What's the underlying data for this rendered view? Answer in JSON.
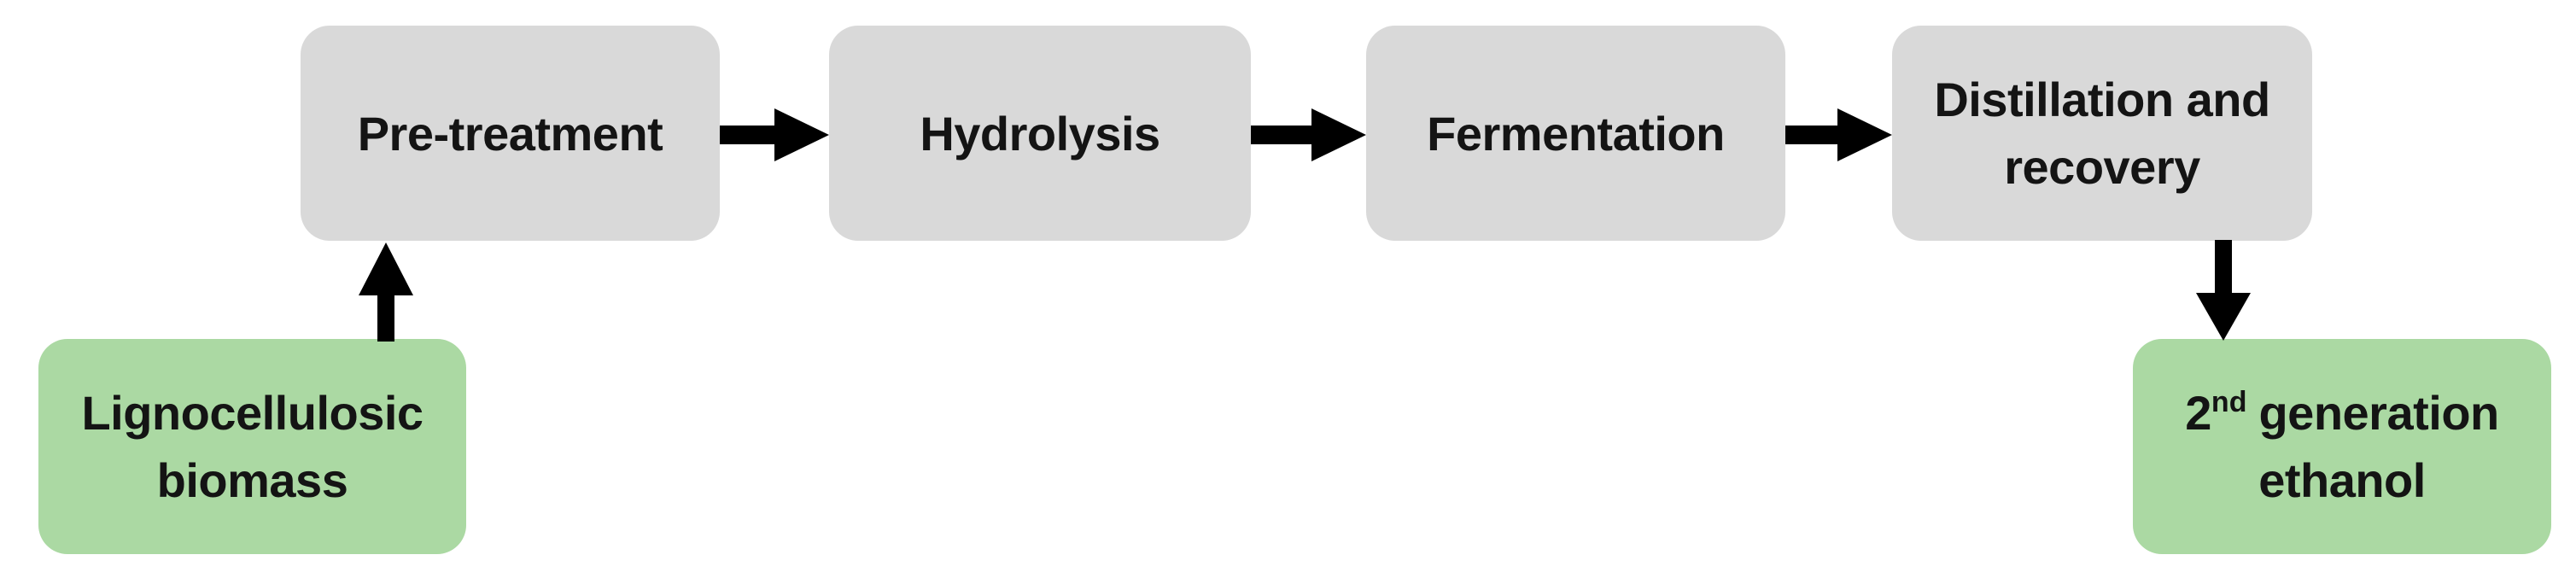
{
  "diagram": {
    "nodes": {
      "biomass": {
        "line1": "Lignocellulosic",
        "line2": "biomass",
        "kind": "terminal-input"
      },
      "pretreatment": {
        "label": "Pre-treatment",
        "kind": "process"
      },
      "hydrolysis": {
        "label": "Hydrolysis",
        "kind": "process"
      },
      "fermentation": {
        "label": "Fermentation",
        "kind": "process"
      },
      "distillation": {
        "line1": "Distillation and",
        "line2": "recovery",
        "kind": "process"
      },
      "ethanol": {
        "line1_base": "2",
        "line1_sup": "nd",
        "line1_rest": "generation",
        "line2": "ethanol",
        "kind": "terminal-output"
      }
    },
    "edges": [
      {
        "from": "Lignocellulosic biomass",
        "to": "Pre-treatment",
        "direction": "up"
      },
      {
        "from": "Pre-treatment",
        "to": "Hydrolysis",
        "direction": "right"
      },
      {
        "from": "Hydrolysis",
        "to": "Fermentation",
        "direction": "right"
      },
      {
        "from": "Fermentation",
        "to": "Distillation and recovery",
        "direction": "right"
      },
      {
        "from": "Distillation and recovery",
        "to": "2nd generation ethanol",
        "direction": "down"
      }
    ]
  },
  "colors": {
    "process_box_gray": "#d9d9d9",
    "terminal_box_green": "#abd9a3",
    "arrow_black": "#000000",
    "text_black": "#141414",
    "background_white": "#ffffff"
  }
}
